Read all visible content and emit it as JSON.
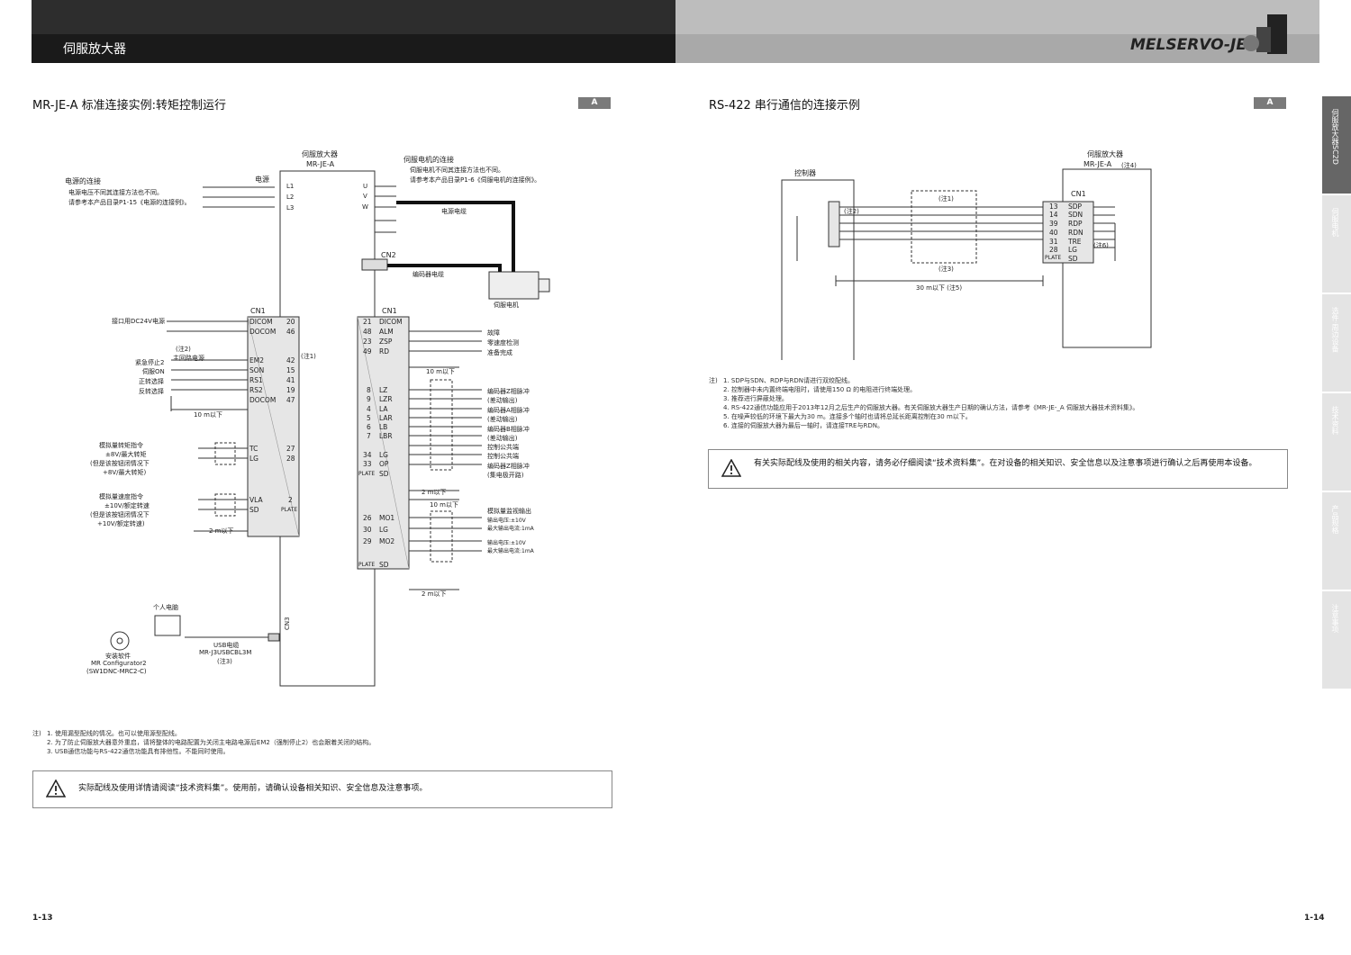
{
  "header": {
    "title": "伺服放大器",
    "brand": "MELSERVO-JE"
  },
  "sidebar": {
    "tabs": [
      "伺服放大器SC2D",
      "伺服电机",
      "选件·周边设备",
      "技术资料",
      "产品规格",
      "注意事项"
    ]
  },
  "left": {
    "section_title": "MR-JE-A  标准连接实例:转矩控制运行",
    "badge": "A",
    "amp_label_1": "伺服放大器",
    "amp_label_2": "MR-JE-A",
    "motor_conn_title": "伺服电机的连接",
    "motor_conn_note_1": "伺服电机不同其连接方法也不同。",
    "motor_conn_note_2": "请参考本产品目录P1-6《伺服电机的连接例》。",
    "power_title": "电源的连接",
    "power_note_1": "电源电压不同其连接方法也不同。",
    "power_note_2": "请参考本产品目录P1-15《电源的连接例》。",
    "power_label": "电源",
    "power_pins": [
      "L1",
      "L2",
      "L3"
    ],
    "motor_pins": [
      "U",
      "V",
      "W"
    ],
    "motor_cable": "电源电缆",
    "cn2": "CN2",
    "encoder_cable": "编码器电缆",
    "servo_motor": "伺服电机",
    "cn1": "CN1",
    "dc24v": "接口用DC24V电源",
    "note2": "(注2)",
    "main_circuit": "主回路电源",
    "note1": "(注1)",
    "inputs_left": [
      "紧急停止2",
      "伺服ON",
      "正转选择",
      "反转选择"
    ],
    "left_pins": [
      {
        "name": "DICOM",
        "no": "20"
      },
      {
        "name": "DOCOM",
        "no": "46"
      },
      {
        "name": "EM2",
        "no": "42"
      },
      {
        "name": "SON",
        "no": "15"
      },
      {
        "name": "RS1",
        "no": "41"
      },
      {
        "name": "RS2",
        "no": "19"
      },
      {
        "name": "DOCOM",
        "no": "47"
      }
    ],
    "dist_10m_a": "10 m以下",
    "torque_cmd": [
      "模拟量转矩指令",
      "±8V/最大转矩",
      "(但是该按钮闭情况下",
      "+8V/最大转矩)"
    ],
    "left_pins_2": [
      {
        "name": "TC",
        "no": "27"
      },
      {
        "name": "LG",
        "no": "28"
      }
    ],
    "speed_limit": [
      "模拟量速度指令",
      "±10V/额定转速",
      "(但是该按钮闭情况下",
      "+10V/额定转速)"
    ],
    "left_pins_3": [
      {
        "name": "VLA",
        "no": "2"
      },
      {
        "name": "SD",
        "no": "PLATE"
      }
    ],
    "dist_2m_a": "2 m以下",
    "right_pins": [
      {
        "no": "21",
        "name": "DICOM"
      },
      {
        "no": "48",
        "name": "ALM"
      },
      {
        "no": "23",
        "name": "ZSP"
      },
      {
        "no": "49",
        "name": "RD"
      }
    ],
    "outputs_right": [
      "故障",
      "零速度检测",
      "准备完成"
    ],
    "dist_10m_b": "10 m以下",
    "right_pins_2": [
      {
        "no": "8",
        "name": "LZ"
      },
      {
        "no": "9",
        "name": "LZR"
      },
      {
        "no": "4",
        "name": "LA"
      },
      {
        "no": "5",
        "name": "LAR"
      },
      {
        "no": "6",
        "name": "LB"
      },
      {
        "no": "7",
        "name": "LBR"
      },
      {
        "no": "34",
        "name": "LG"
      },
      {
        "no": "33",
        "name": "OP"
      },
      {
        "no": "PLATE",
        "name": "SD"
      }
    ],
    "encoder_outputs": [
      "编码器Z相脉冲",
      "(差动输出)",
      "编码器A相脉冲",
      "(差动输出)",
      "编码器B相脉冲",
      "(差动输出)",
      "控制公共端",
      "控制公共端",
      "编码器Z相脉冲",
      "(集电极开路)"
    ],
    "dist_2m_b": "2 m以下",
    "dist_10m_c": "10 m以下",
    "right_pins_3": [
      {
        "no": "26",
        "name": "MO1"
      },
      {
        "no": "30",
        "name": "LG"
      },
      {
        "no": "29",
        "name": "MO2"
      },
      {
        "no": "PLATE",
        "name": "SD"
      }
    ],
    "analog_mon": [
      "模拟量监视输出",
      "输出电压:±10V",
      "最大输出电流:1mA",
      "输出电压:±10V",
      "最大输出电流:1mA"
    ],
    "dist_2m_c": "2 m以下",
    "pc": "个人电脑",
    "cn3": "CN3",
    "usb_cable": [
      "USB电缆",
      "MR-J3USBCBL3M",
      "(注3)"
    ],
    "software": [
      "安装软件",
      "MR Configurator2",
      "(SW1DNC-MRC2-C)"
    ],
    "notes_label": "注)",
    "notes": [
      "1. 使用漏型配线的情况。也可以使用源型配线。",
      "2. 为了防止伺服放大器意外重启，请将整体的电路配置为关闭主电路电源后EM2（强制停止2）也会跟着关闭的结构。",
      "3. USB通信功能与RS-422通信功能具有排他性。不能同时使用。"
    ],
    "warning": "实际配线及使用详情请阅读“技术资料集”。使用前，请确认设备相关知识、安全信息及注意事项。",
    "page_no": "1-13"
  },
  "right": {
    "section_title": "RS-422 串行通信的连接示例",
    "badge": "A",
    "controller": "控制器",
    "amp_label_1": "伺服放大器",
    "amp_label_2": "MR-JE-A",
    "amp_note": "(注4)",
    "cn1": "CN1",
    "pins": [
      {
        "no": "13",
        "name": "SDP"
      },
      {
        "no": "14",
        "name": "SDN"
      },
      {
        "no": "39",
        "name": "RDP"
      },
      {
        "no": "40",
        "name": "RDN"
      },
      {
        "no": "31",
        "name": "TRE"
      },
      {
        "no": "28",
        "name": "LG"
      },
      {
        "no": "PLATE",
        "name": "SD"
      }
    ],
    "note_1": "(注1)",
    "note_2": "(注2)",
    "note_3": "(注3)",
    "note_6": "(注6)",
    "distance": "30 m以下 (注5)",
    "notes_label": "注)",
    "notes": [
      "1. SDP与SDN、RDP与RDN请进行双绞配线。",
      "2. 控制器中未内置终端电阻时，请使用150 Ω 的电阻进行终端处理。",
      "3. 推荐进行屏蔽处理。",
      "4. RS-422通信功能应用于2013年12月之后生产的伺服放大器。有关伺服放大器生产日期的确认方法，请参考《MR-JE-_A 伺服放大器技术资料集》。",
      "5. 在噪声较低的环境下最大为30 m。连接多个轴时也请将总延长距离控制在30 m以下。",
      "6. 连接的伺服放大器为最后一轴时，请连接TRE与RDN。"
    ],
    "warning": "有关实际配线及使用的相关内容，请务必仔细阅读“技术资料集”。在对设备的相关知识、安全信息以及注意事项进行确认之后再使用本设备。",
    "page_no": "1-14"
  }
}
